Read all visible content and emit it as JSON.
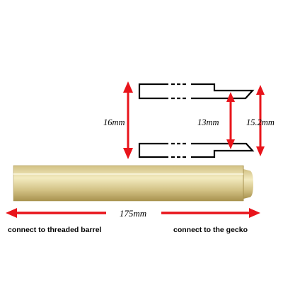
{
  "colors": {
    "arrow": "#e8141b",
    "outline": "#000000",
    "brass_light": "#f3ebc0",
    "brass_mid": "#d2c184",
    "brass_dark": "#a8924f"
  },
  "dimensions": {
    "height_outer": "16mm",
    "inner": "13mm",
    "outer_right": "15.2mm",
    "length": "175mm"
  },
  "labels": {
    "left_end": "connect to threaded barrel",
    "right_end": "connect to the gecko"
  }
}
